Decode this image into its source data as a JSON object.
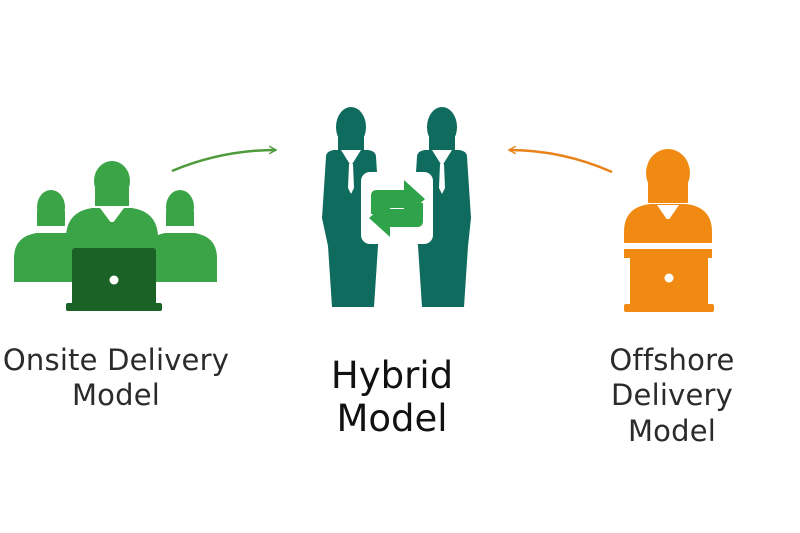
{
  "colors": {
    "onsite_light": "#3aa447",
    "onsite_dark": "#1b6227",
    "hybrid_teal": "#0e6b5e",
    "hybrid_arrows": "#2fa34a",
    "offshore_orange": "#f08a12",
    "onsite_arrow": "#4f9a3c",
    "offshore_arrow": "#e8821a"
  },
  "icons": {
    "onsite": "group-with-laptop-icon",
    "hybrid": "two-businessmen-with-exchange-arrows-icon",
    "offshore": "person-with-laptop-icon"
  },
  "labels": {
    "onsite": [
      "Onsite Delivery",
      "Model"
    ],
    "hybrid": [
      "Hybrid",
      "Model"
    ],
    "offshore": [
      "Offshore Delivery",
      "Model"
    ]
  }
}
